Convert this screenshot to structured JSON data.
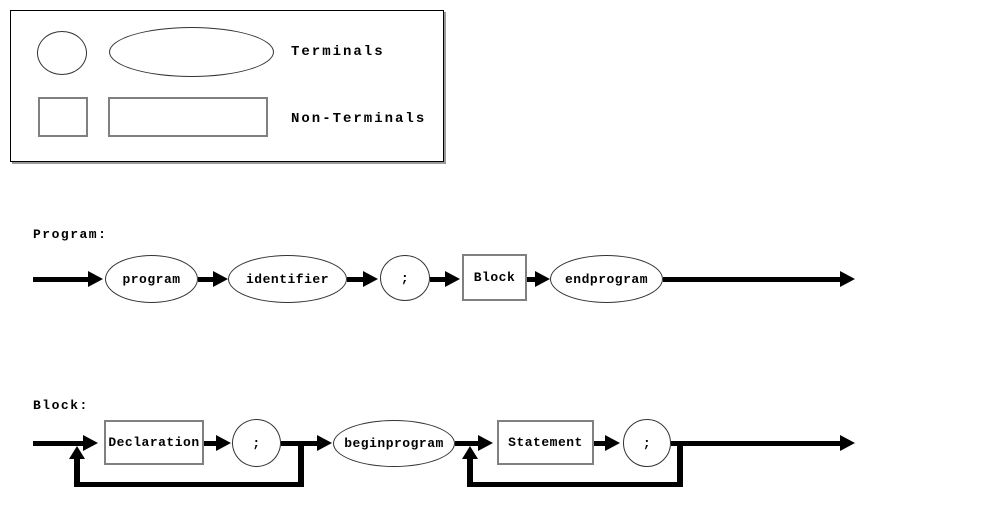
{
  "legend": {
    "terminals_label": "Terminals",
    "non_terminals_label": "Non-Terminals"
  },
  "sections": [
    {
      "title": "Program:",
      "nodes": [
        {
          "label": "program",
          "shape": "ellipse",
          "kind": "terminal"
        },
        {
          "label": "identifier",
          "shape": "ellipse",
          "kind": "terminal"
        },
        {
          "label": ";",
          "shape": "circle",
          "kind": "terminal"
        },
        {
          "label": "Block",
          "shape": "rectangle",
          "kind": "non-terminal"
        },
        {
          "label": "endprogram",
          "shape": "ellipse",
          "kind": "terminal"
        }
      ]
    },
    {
      "title": "Block:",
      "nodes": [
        {
          "label": "Declaration",
          "shape": "rectangle",
          "kind": "non-terminal"
        },
        {
          "label": ";",
          "shape": "circle",
          "kind": "terminal"
        },
        {
          "label": "beginprogram",
          "shape": "ellipse",
          "kind": "terminal"
        },
        {
          "label": "Statement",
          "shape": "rectangle",
          "kind": "non-terminal"
        },
        {
          "label": ";",
          "shape": "circle",
          "kind": "terminal"
        }
      ]
    }
  ],
  "colors": {
    "line": "#000000",
    "terminal_border": "#333333",
    "non_terminal_border": "#808080",
    "text": "#000000",
    "background": "#ffffff"
  }
}
